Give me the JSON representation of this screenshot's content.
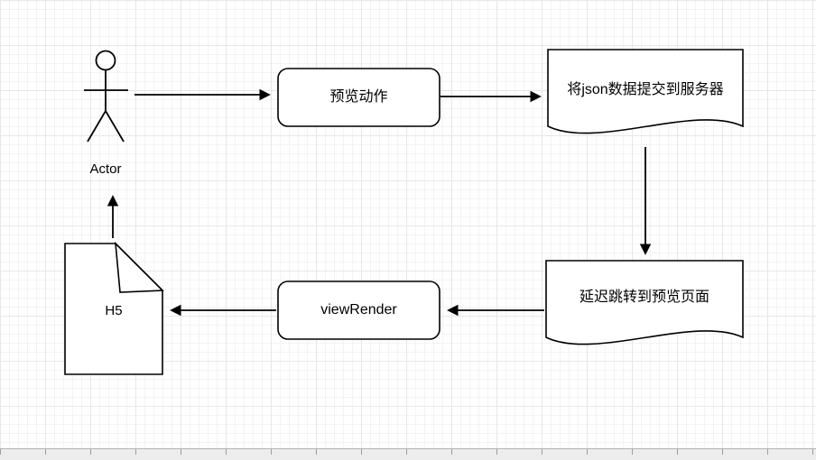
{
  "diagram": {
    "nodes": {
      "actor": {
        "label": "Actor",
        "shape": "stick-figure"
      },
      "preview_action": {
        "label": "预览动作",
        "shape": "rounded-rectangle"
      },
      "submit_json": {
        "label": "将json数据提交到服务器",
        "shape": "document"
      },
      "delay_redirect": {
        "label": "延迟跳转到预览页面",
        "shape": "document"
      },
      "view_render": {
        "label": "viewRender",
        "shape": "rounded-rectangle"
      },
      "h5": {
        "label": "H5",
        "shape": "note-folded-corner"
      }
    },
    "edges": [
      {
        "from": "actor",
        "to": "preview_action"
      },
      {
        "from": "preview_action",
        "to": "submit_json"
      },
      {
        "from": "submit_json",
        "to": "delay_redirect"
      },
      {
        "from": "delay_redirect",
        "to": "view_render"
      },
      {
        "from": "view_render",
        "to": "h5"
      },
      {
        "from": "h5",
        "to": "actor"
      }
    ],
    "colors": {
      "stroke": "#000000",
      "node_fill": "#ffffff",
      "grid_minor": "#f3f3f3",
      "grid_major": "#e7e7e7"
    }
  }
}
